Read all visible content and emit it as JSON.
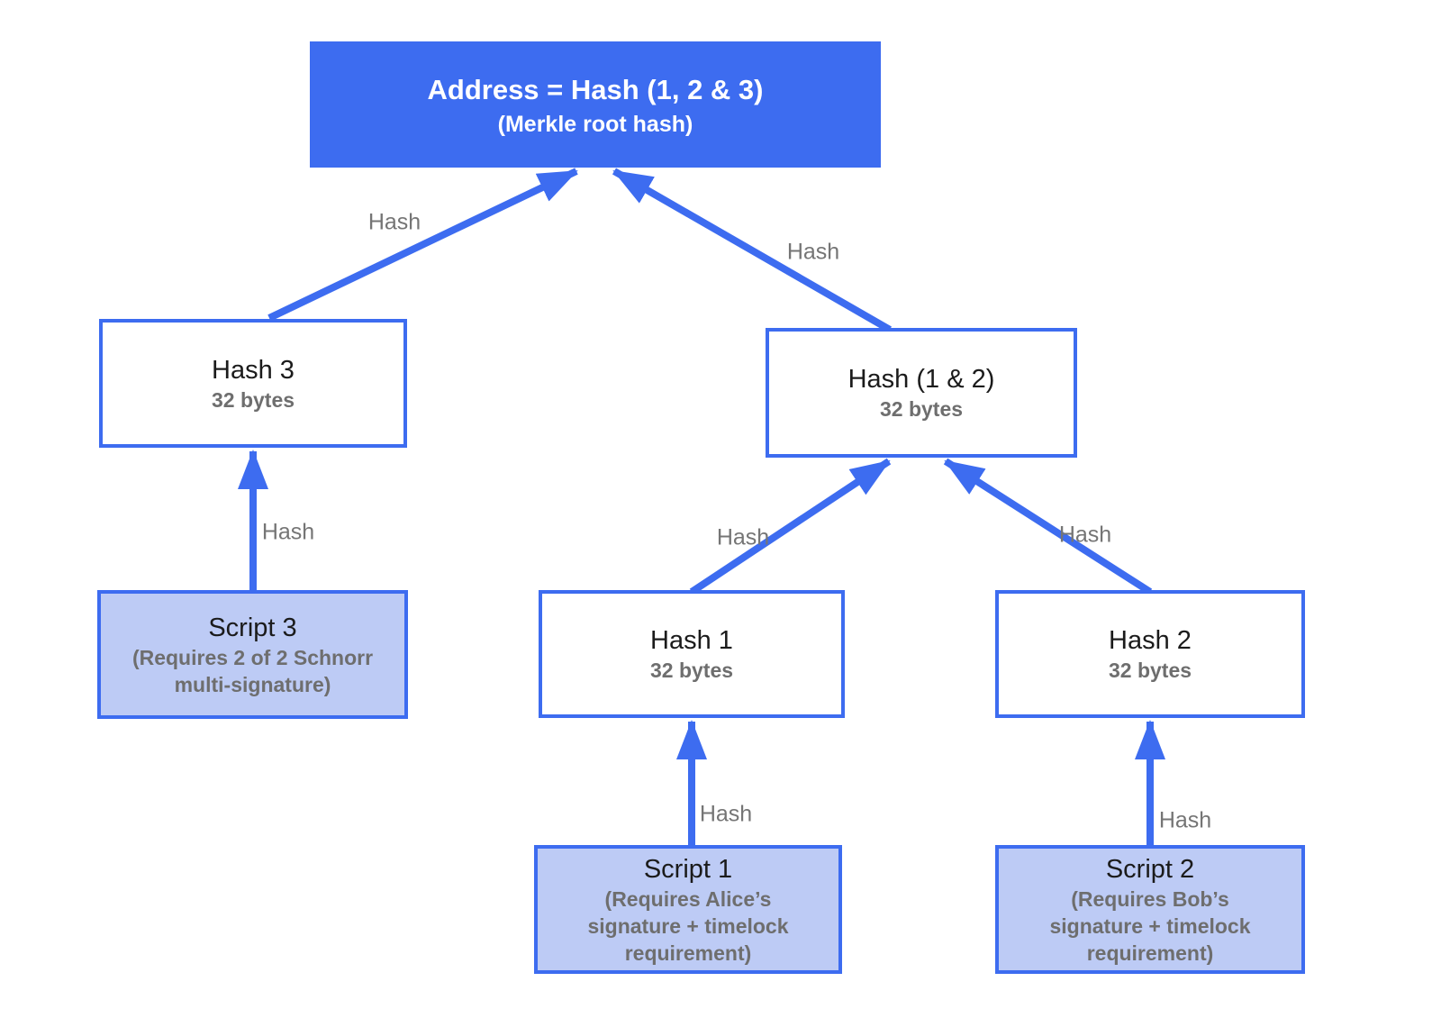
{
  "diagram": {
    "nodes": {
      "root": {
        "title": "Address = Hash (1, 2 & 3)",
        "subtitle": "(Merkle root hash)"
      },
      "hash3": {
        "title": "Hash 3",
        "subtitle": "32 bytes"
      },
      "hash12": {
        "title": "Hash (1 & 2)",
        "subtitle": "32 bytes"
      },
      "hash1": {
        "title": "Hash 1",
        "subtitle": "32 bytes"
      },
      "hash2": {
        "title": "Hash 2",
        "subtitle": "32 bytes"
      },
      "script3": {
        "title": "Script 3",
        "subtitle_lines": [
          "(Requires 2 of 2 Schnorr",
          "multi-signature)"
        ]
      },
      "script1": {
        "title": "Script 1",
        "subtitle_lines": [
          "(Requires Alice’s",
          "signature + timelock",
          "requirement)"
        ]
      },
      "script2": {
        "title": "Script 2",
        "subtitle_lines": [
          "(Requires Bob’s",
          "signature + timelock",
          "requirement)"
        ]
      }
    },
    "edges": [
      {
        "from": "hash3",
        "to": "root",
        "label": "Hash"
      },
      {
        "from": "hash12",
        "to": "root",
        "label": "Hash"
      },
      {
        "from": "hash1",
        "to": "hash12",
        "label": "Hash"
      },
      {
        "from": "hash2",
        "to": "hash12",
        "label": "Hash"
      },
      {
        "from": "script3",
        "to": "hash3",
        "label": "Hash"
      },
      {
        "from": "script1",
        "to": "hash1",
        "label": "Hash"
      },
      {
        "from": "script2",
        "to": "hash2",
        "label": "Hash"
      }
    ],
    "colors": {
      "blue": "#3D6CF0",
      "script_fill": "#BDCBF5",
      "box_fill": "#FFFFFF",
      "label_gray": "#757575",
      "subtitle_gray": "#6E6E6E",
      "root_text": "#FFFFFF",
      "background": "#FFFFFF"
    }
  }
}
